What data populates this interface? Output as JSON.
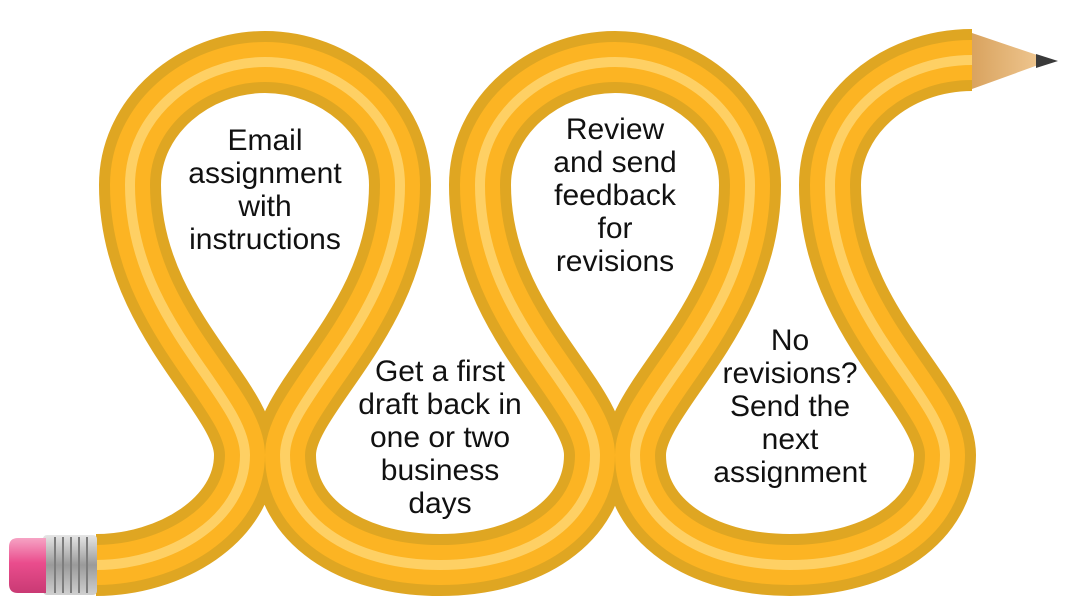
{
  "colors": {
    "pencil_outer": "#dfa622",
    "pencil_mid": "#fcb423",
    "pencil_highlight": "#fed36b",
    "wood": "#e7b67c",
    "lead": "#3a3a3a",
    "eraser": "#ea4d8d",
    "ferrule": "#b8b8b8",
    "text": "#111111"
  },
  "steps": [
    {
      "lines": [
        "Email",
        "assignment",
        "with",
        "instructions"
      ]
    },
    {
      "lines": [
        "Get a first",
        "draft back in",
        "one or two",
        "business",
        "days"
      ]
    },
    {
      "lines": [
        "Review",
        "and send",
        "feedback",
        "for",
        "revisions"
      ]
    },
    {
      "lines": [
        "No",
        "revisions?",
        "Send the",
        "next",
        "assignment"
      ]
    }
  ]
}
